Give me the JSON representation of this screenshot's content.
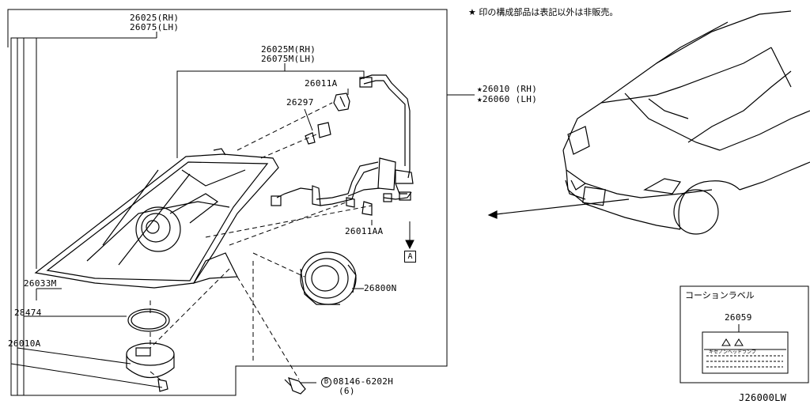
{
  "note": "★ 印の構成部品は表記以外は非販売。",
  "parts": {
    "p26025_rh": "26025(RH)",
    "p26075_lh": "26075(LH)",
    "p26025m_rh": "26025M(RH)",
    "p26075m_lh": "26075M(LH)",
    "p26011a": "26011A",
    "p26297": "26297",
    "p26011aa": "26011AA",
    "p26800n": "26800N",
    "p26033m": "26033M",
    "p28474": "28474",
    "p26010a": "26010A",
    "p26010_rh": "★26010 (RH)",
    "p26060_lh": "★26060 (LH)",
    "bolt_code": "08146-6202H",
    "bolt_qty": "(6)",
    "bolt_prefix": "B"
  },
  "ref_marker": "A",
  "caution_box": {
    "title": "コーションラベル",
    "part": "26059",
    "label_text": "キセノンヘッドランプ"
  },
  "diagram_id": "J26000LW"
}
